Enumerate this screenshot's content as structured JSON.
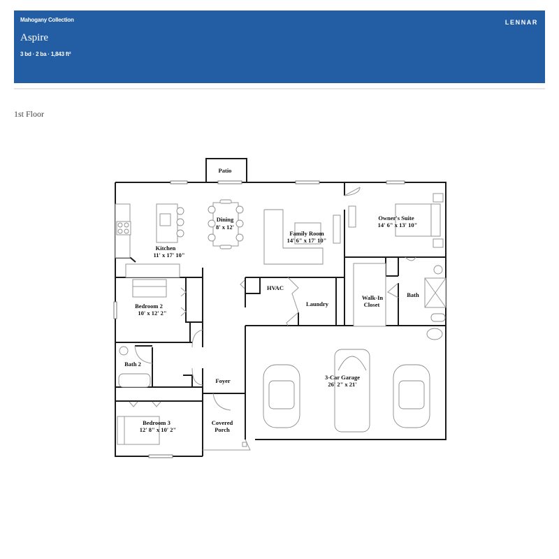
{
  "header": {
    "collection": "Mahogany Collection",
    "plan_name": "Aspire",
    "stats": "3 bd · 2 ba · 1,843 ft²",
    "brand": "LENNAR",
    "banner_color": "#235da3"
  },
  "floor": {
    "label": "1st Floor"
  },
  "rooms": {
    "patio": {
      "name": "Patio",
      "dims": ""
    },
    "kitchen": {
      "name": "Kitchen",
      "dims": "11' x 17' 10\""
    },
    "dining": {
      "name": "Dining",
      "dims": "8' x 12'"
    },
    "family_room": {
      "name": "Family Room",
      "dims": "14' 6\" x 17' 10\""
    },
    "owners_suite": {
      "name": "Owner's Suite",
      "dims": "14' 6\" x 13' 10\""
    },
    "hvac": {
      "name": "HVAC",
      "dims": ""
    },
    "laundry": {
      "name": "Laundry",
      "dims": ""
    },
    "walk_in_closet": {
      "name": "Walk-In",
      "name2": "Closet"
    },
    "owners_bath": {
      "name": "Bath",
      "dims": ""
    },
    "bedroom2": {
      "name": "Bedroom 2",
      "dims": "10' x 12' 2\""
    },
    "bath2": {
      "name": "Bath 2",
      "dims": ""
    },
    "foyer": {
      "name": "Foyer",
      "dims": ""
    },
    "garage": {
      "name": "3-Car Garage",
      "dims": "26' 2\" x 21'"
    },
    "bedroom3": {
      "name": "Bedroom 3",
      "dims": "12' 8\" x 10' 2\""
    },
    "covered_porch": {
      "name": "Covered",
      "name2": "Porch"
    }
  }
}
